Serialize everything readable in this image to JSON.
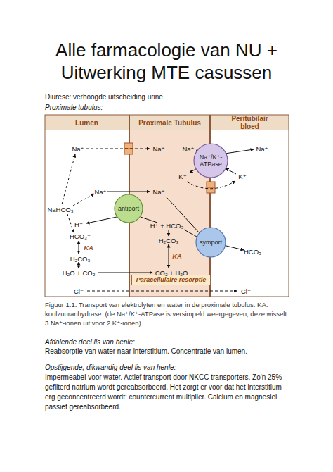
{
  "diagram": {
    "title": "Alle farmacologie van NU + Uitwerking MTE casussen",
    "caption": "Figuur 1.1. Transport van elektrolyten en water in de proximale tubulus. KA: koolzuuranhydrase. (de Na⁺/K⁺-ATPase is versimpeld weergegeven, deze wisselt 3 Na⁺-ionen uit voor 2 K⁺-ionen)",
    "nodes": [
      {
        "text": [
          "Lumen"
        ]
      },
      {
        "text": [
          "Proximale Tubulus"
        ]
      },
      {
        "text": [
          "Peritubilair bloed"
        ]
      },
      {
        "text": [
          "Na⁺/K⁺- ATPase"
        ]
      },
      {
        "text": [
          "antiport"
        ]
      },
      {
        "text": [
          "symport"
        ]
      },
      {
        "text": [
          "Paracellulaire resorptie"
        ],
        "in": 1
      }
    ],
    "labels": [
      "Diurese: verhoogde uitscheiding urine",
      "Proximale tubulus:",
      "Na⁺",
      "Na⁺",
      "Na⁺",
      "Na⁺",
      "K⁺",
      "K⁺",
      "Na⁺",
      "Na⁺",
      "NaHCO₃",
      "H⁺",
      "H⁺ + HCO₃⁻",
      "HCO₃⁻",
      "KA",
      "H₂CO₃",
      "H₂CO₃",
      "KA",
      "HCO₃⁻",
      "H₂O + CO₂",
      "CO₂ + H₂O",
      "Cl⁻",
      "Cl⁻",
      "Afdalende deel lis van henle:",
      "Reabsorptie van water naar interstitium. Concentratie van lumen.",
      "Opstijgende, dikwandig deel lis van henle:",
      "Impermeabel voor water. Actief transport door NKCC transporters. Zo'n 25% gefilterd natrium wordt gereabsorbeerd. Het zorgt er voor dat het interstitium erg geconcentreerd wordt: countercurrent multiplier. Calcium en magnesiel passief gereabsorbeerd."
    ]
  }
}
